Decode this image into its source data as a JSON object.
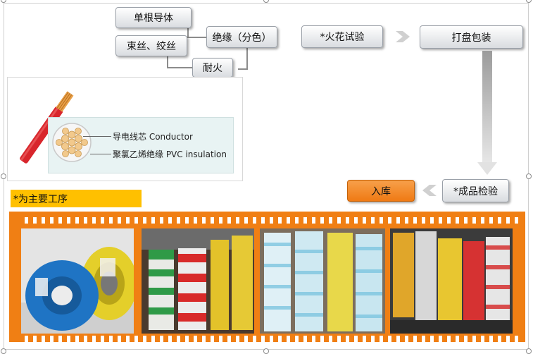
{
  "process": {
    "single_conductor": "单根导体",
    "bundle_twist": "束丝、绞丝",
    "insulation": "绝缘（分色）",
    "fire_resistant": "耐火",
    "spark_test": "*火花试验",
    "coil_pack": "打盘包装",
    "final_inspection": "*成品检验",
    "warehousing": "入库"
  },
  "legend": {
    "conductor": "导电线芯 Conductor",
    "insulation": "聚氯乙烯绝缘 PVC insulation"
  },
  "note": "*为主要工序",
  "colors": {
    "accent_orange": "#f07f14",
    "note_yellow": "#ffc000",
    "wire_red": "#d8262c",
    "copper": "#e8a04a"
  },
  "photos": [
    "blue-and-yellow-wire-coils-photo",
    "stacked-wire-rolls-photo",
    "light-blue-and-yellow-wire-stacks-photo",
    "warehouse-wire-rolls-photo"
  ]
}
